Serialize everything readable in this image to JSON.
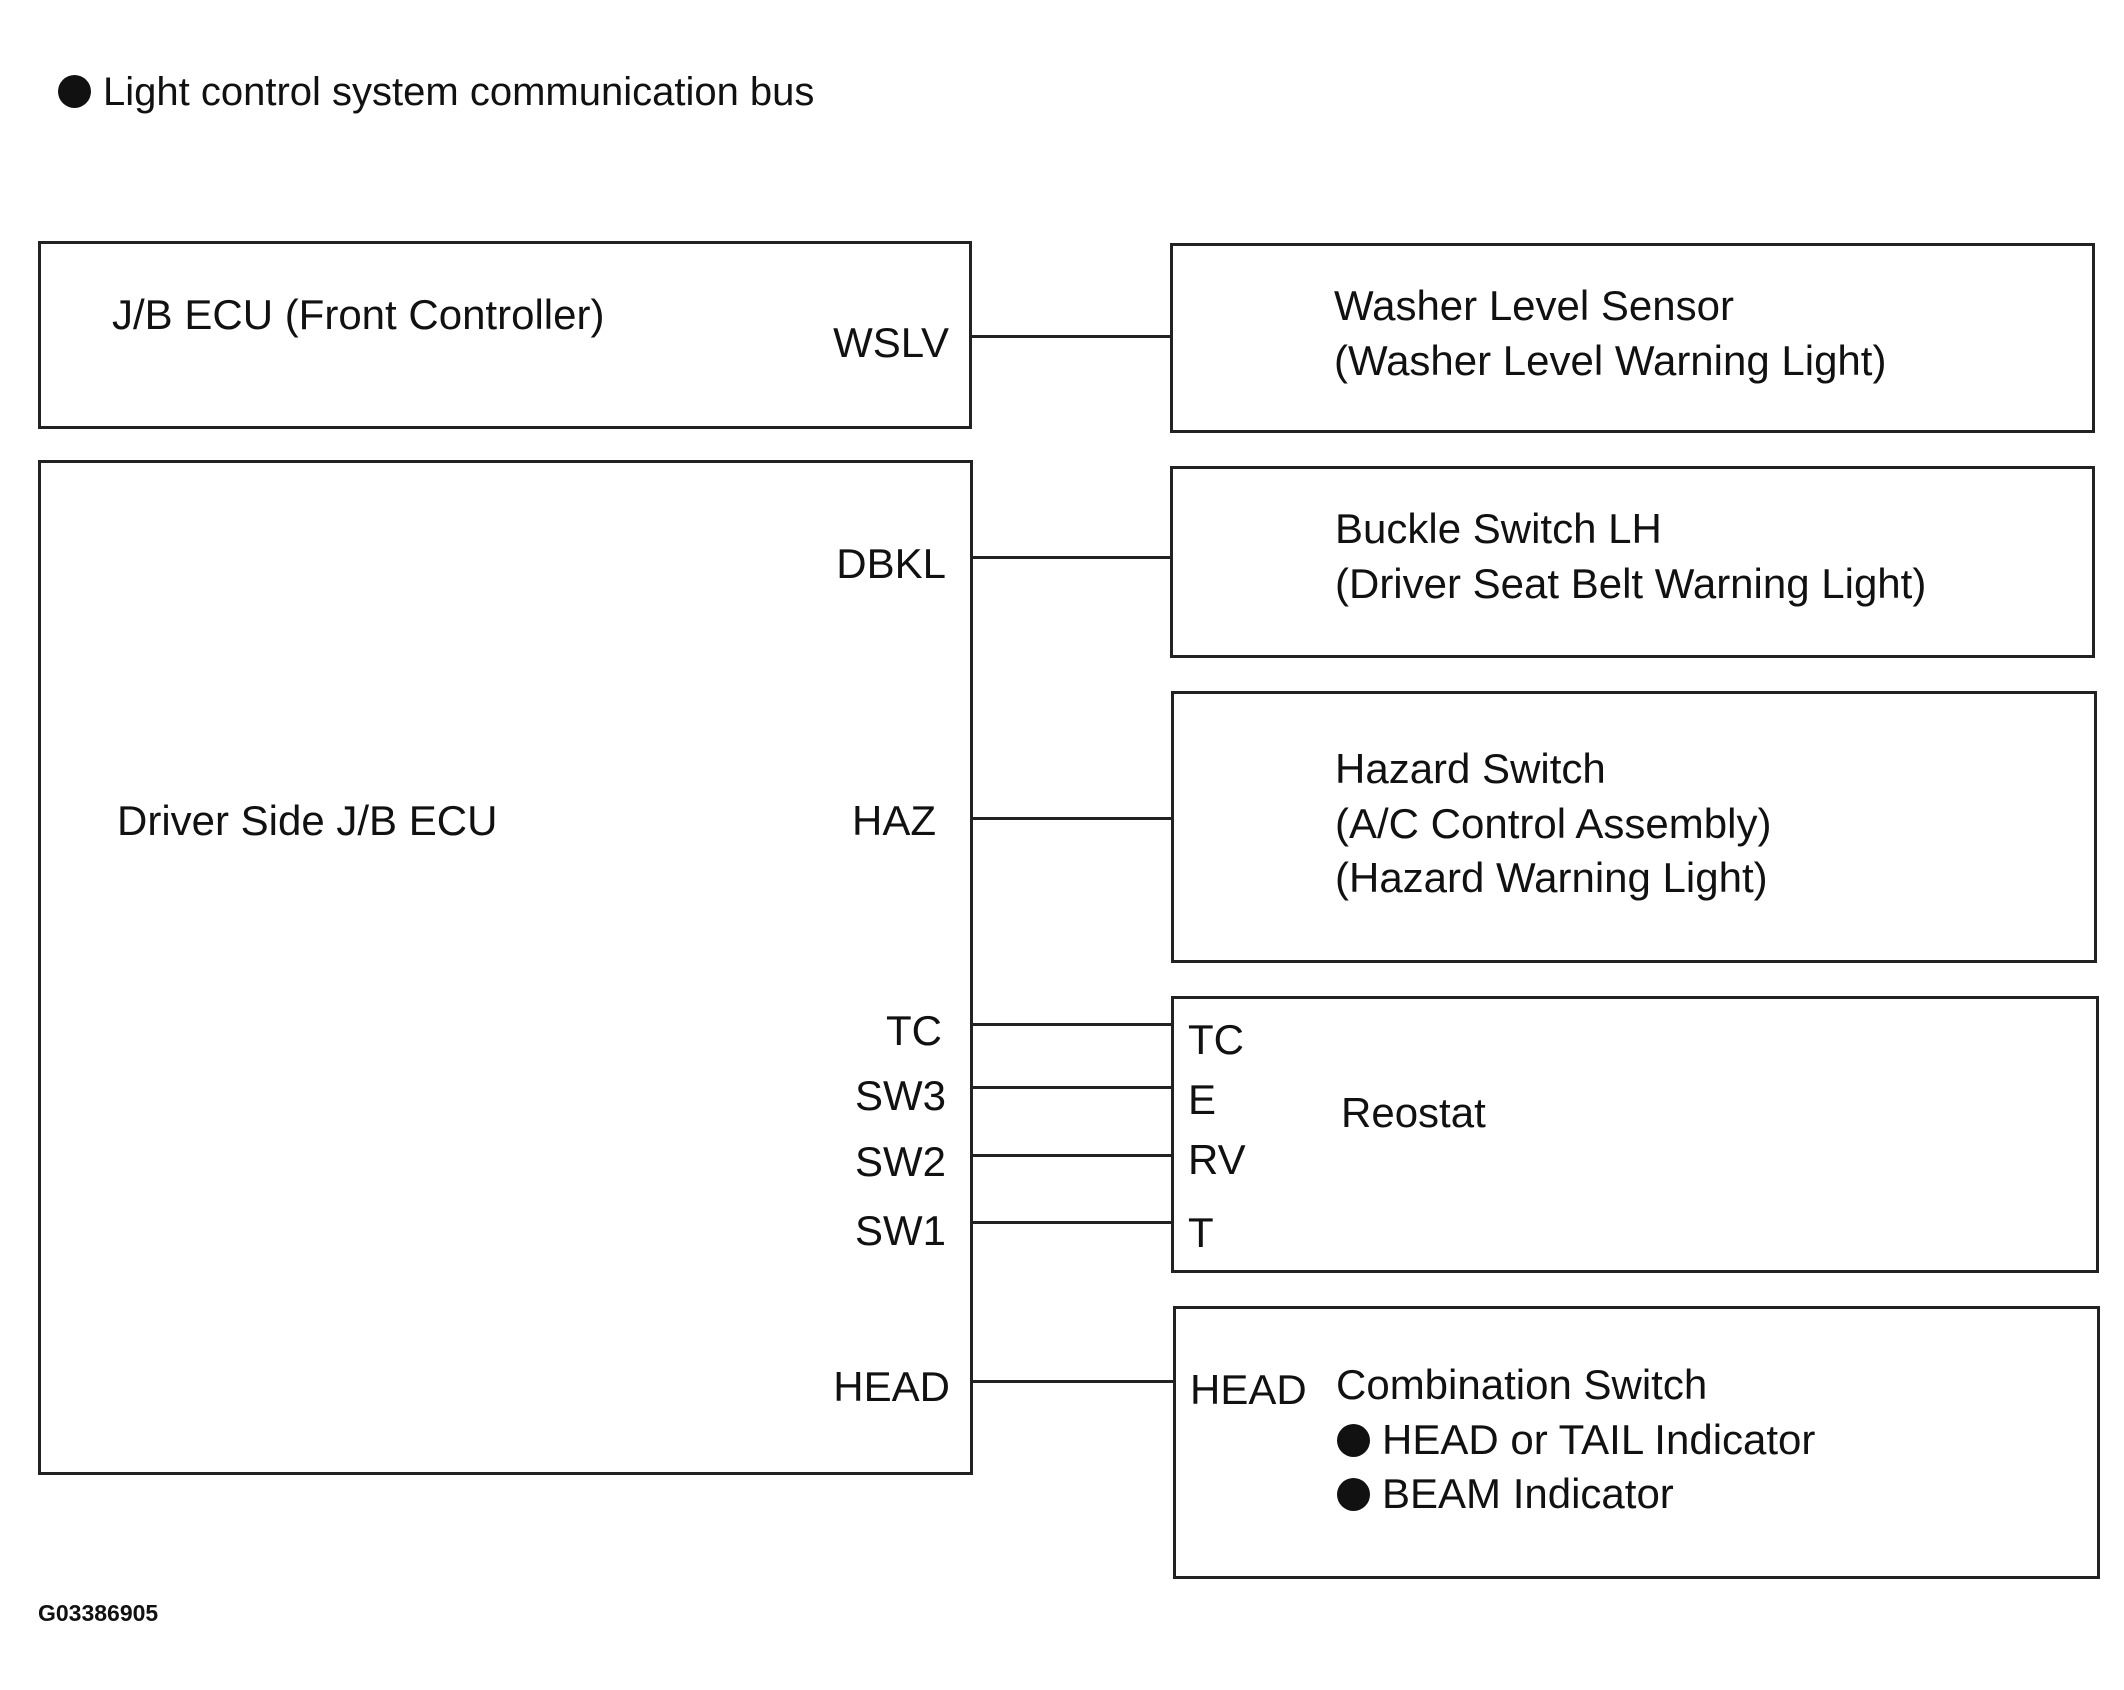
{
  "header": {
    "title": "Light control system communication bus"
  },
  "ecus": {
    "front": {
      "label": "J/B ECU (Front Controller)",
      "pin_wslv": "WSLV"
    },
    "driver": {
      "label": "Driver Side J/B ECU",
      "pin_dbkl": "DBKL",
      "pin_haz": "HAZ",
      "pin_tc": "TC",
      "pin_sw3": "SW3",
      "pin_sw2": "SW2",
      "pin_sw1": "SW1",
      "pin_head": "HEAD"
    }
  },
  "devices": {
    "washer": {
      "line1": "Washer Level Sensor",
      "line2": "(Washer Level Warning Light)"
    },
    "buckle": {
      "line1": "Buckle Switch LH",
      "line2": "(Driver Seat Belt Warning Light)"
    },
    "hazard": {
      "line1": "Hazard Switch",
      "line2": "(A/C Control Assembly)",
      "line3": "(Hazard Warning Light)"
    },
    "reostat": {
      "label": "Reostat",
      "pin_tc": "TC",
      "pin_e": "E",
      "pin_rv": "RV",
      "pin_t": "T"
    },
    "combination": {
      "pin_head": "HEAD",
      "label": "Combination Switch",
      "item1": "HEAD or TAIL Indicator",
      "item2": "BEAM Indicator"
    }
  },
  "figure_code": "G03386905"
}
